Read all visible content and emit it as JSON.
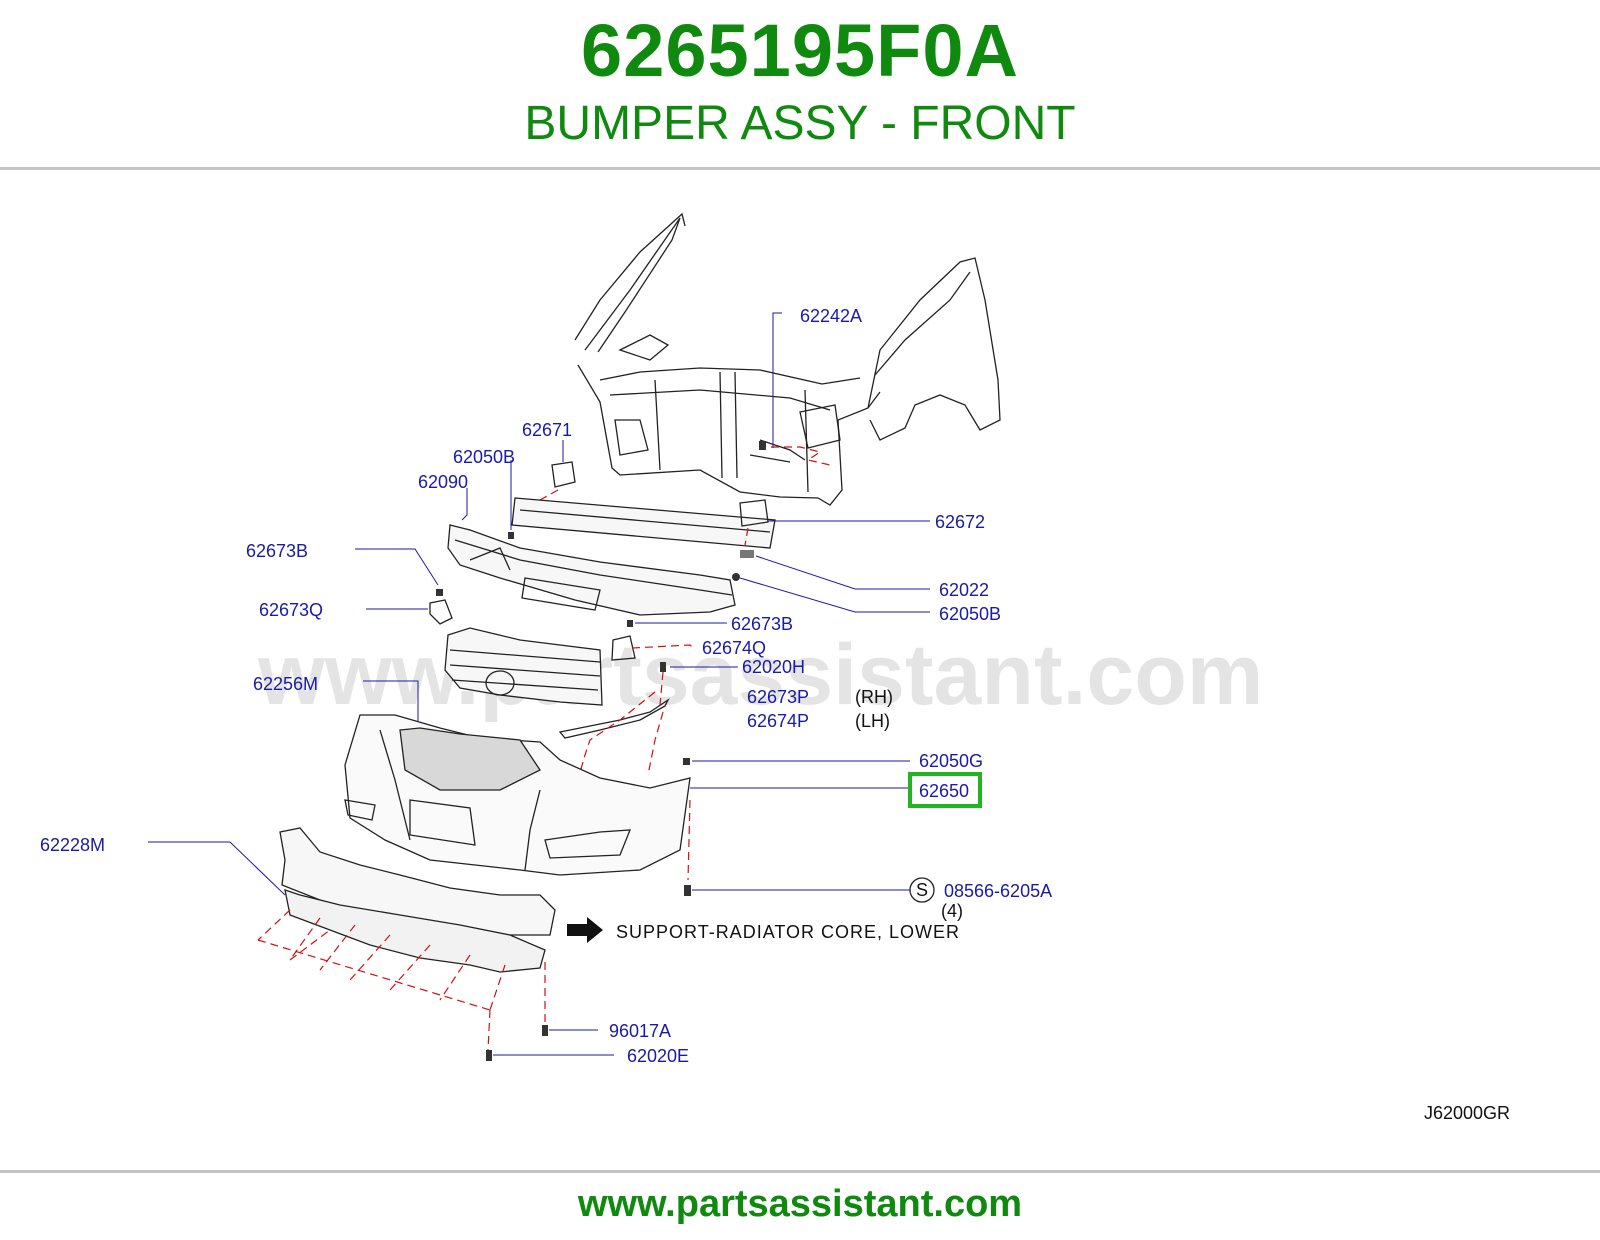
{
  "header": {
    "part_number": "6265195F0A",
    "part_name": "BUMPER ASSY - FRONT"
  },
  "diagram": {
    "watermark": "www.partsassistant.com",
    "diagram_code": "J62000GR",
    "note_text": "SUPPORT-RADIATOR CORE, LOWER",
    "callouts": {
      "c62242A": "62242A",
      "c62671": "62671",
      "c62050B_top": "62050B",
      "c62090": "62090",
      "c62672": "62672",
      "c62673B_left": "62673B",
      "c62022": "62022",
      "c62673Q": "62673Q",
      "c62050B_right": "62050B",
      "c62673B_mid": "62673B",
      "c62674Q": "62674Q",
      "c62256M": "62256M",
      "c62020H": "62020H",
      "c62673P": "62673P",
      "c62673P_side": "(RH)",
      "c62674P": "62674P",
      "c62674P_side": "(LH)",
      "c62050G": "62050G",
      "c62650": "62650",
      "c62228M": "62228M",
      "s_symbol": "S",
      "c08566": "08566-6205A",
      "c08566_qty": "(4)",
      "c96017A": "96017A",
      "c62020E": "62020E"
    },
    "highlight_color": "#22b422"
  },
  "footer": {
    "url": "www.partsassistant.com"
  }
}
